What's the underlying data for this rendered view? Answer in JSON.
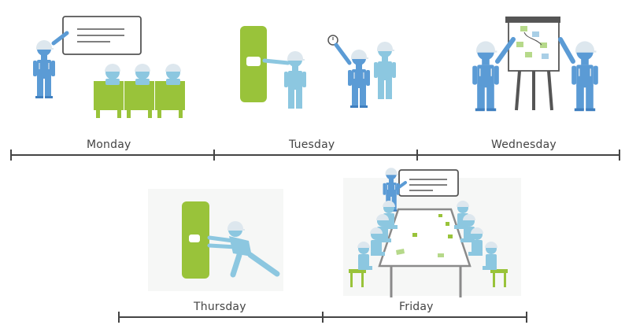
{
  "days": {
    "monday": "Monday",
    "tuesday": "Tuesday",
    "wednesday": "Wednesday",
    "thursday": "Thursday",
    "friday": "Friday"
  },
  "colors": {
    "worker_blue": "#5b9bd5",
    "worker_light": "#8cc7e0",
    "worker_dark": "#3f7fbf",
    "helmet": "#dde7ee",
    "green": "#99c33a",
    "green_dark": "#7aa32a",
    "board_stroke": "#555555",
    "timeline": "#444444"
  },
  "icons": {
    "monday": "presenter-and-seated-audience-illustration",
    "tuesday": "worker-at-door-with-stopwatch-illustration",
    "wednesday": "workers-at-flipchart-illustration",
    "thursday": "worker-pushing-door-illustration",
    "friday": "conference-table-meeting-illustration"
  }
}
